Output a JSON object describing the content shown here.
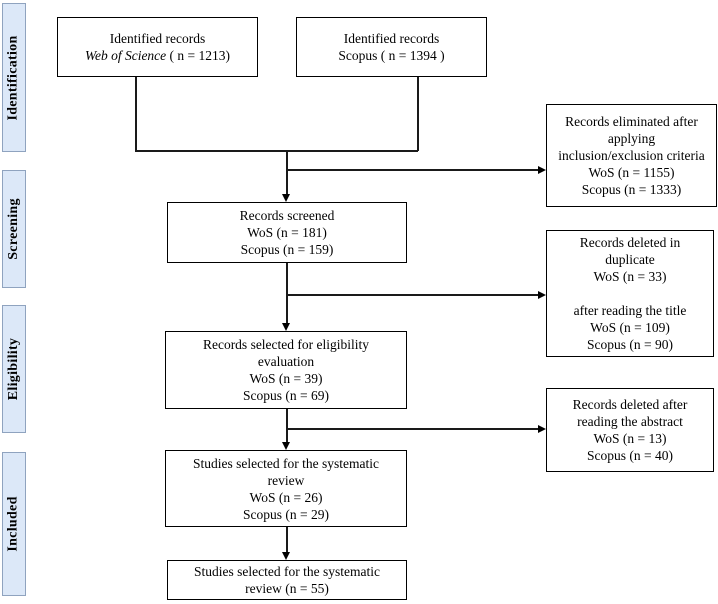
{
  "diagram_type": "PRISMA flow diagram",
  "colors": {
    "phase_fill": "#dce8f8",
    "phase_border": "#8fa3bf",
    "box_border": "#000000",
    "connector": "#1a1a1a"
  },
  "phases": [
    {
      "label": "Identification"
    },
    {
      "label": "Screening"
    },
    {
      "label": "Eligibility"
    },
    {
      "label": "Included"
    }
  ],
  "boxes": {
    "identified_wos": {
      "line1": "Identified records",
      "source_italic": "Web of Science",
      "count": " ( n = 1213)"
    },
    "identified_scopus": {
      "lines": [
        "Identified records",
        "Scopus ( n = 1394 )"
      ]
    },
    "screened": {
      "lines": [
        "Records screened",
        "WoS (n = 181)",
        "Scopus (n = 159)"
      ]
    },
    "eligibility": {
      "lines": [
        "Records selected for eligibility",
        "evaluation",
        "WoS (n = 39)",
        "Scopus (n = 69)"
      ]
    },
    "selected_review": {
      "lines": [
        "Studies selected for the systematic",
        "review",
        "WoS (n = 26)",
        "Scopus (n = 29)"
      ]
    },
    "final_review": {
      "lines": [
        "Studies selected for the systematic",
        "review (n = 55)"
      ]
    }
  },
  "side_boxes": {
    "eliminated": {
      "lines": [
        "Records eliminated after",
        "applying",
        "inclusion/exclusion criteria",
        "WoS (n = 1155)",
        "Scopus (n = 1333)"
      ]
    },
    "deleted_duplicate_title": {
      "lines": [
        "Records deleted in",
        "duplicate",
        "WoS (n = 33)",
        "",
        "after reading the title",
        "WoS (n = 109)",
        "Scopus (n = 90)"
      ]
    },
    "deleted_abstract": {
      "lines": [
        "Records deleted after",
        "reading the abstract",
        "WoS (n = 13)",
        "Scopus (n = 40)"
      ]
    }
  }
}
